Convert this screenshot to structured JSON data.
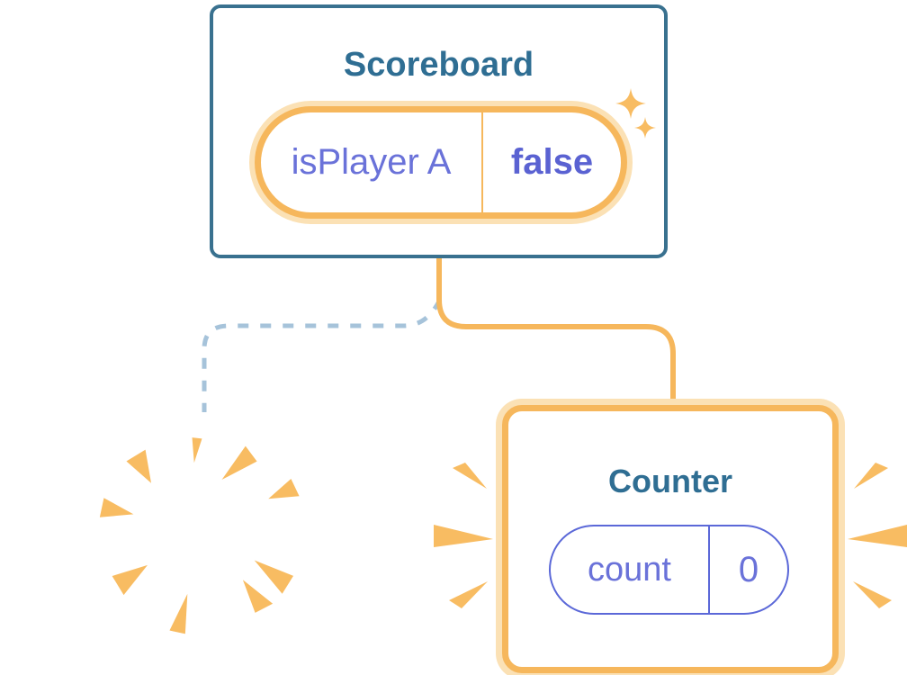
{
  "palette": {
    "page-bg": "#FFFFFF",
    "card-bg": "#FFFFFF",
    "card-border-blue": "#39718F",
    "title-teal": "#2F6E93",
    "label-purple": "#6A72D9",
    "value-purple": "#5A62D2",
    "pill-border-purple": "#5B68D8",
    "orange": "#F6B75C",
    "orange-light": "#FBE1B5",
    "burst-orange": "#F8BC62",
    "dashed-blue": "#A6C3DA"
  },
  "scoreboard": {
    "title": "Scoreboard",
    "state_pill": {
      "label": "isPlayer A",
      "value": "false"
    }
  },
  "counter": {
    "title": "Counter",
    "state_pill": {
      "label": "count",
      "value": "0"
    }
  },
  "icons": {
    "sparkles": "sparkle-icon",
    "poof": "poof-burst-icon",
    "emphasis": "emphasis-rays-icon"
  }
}
